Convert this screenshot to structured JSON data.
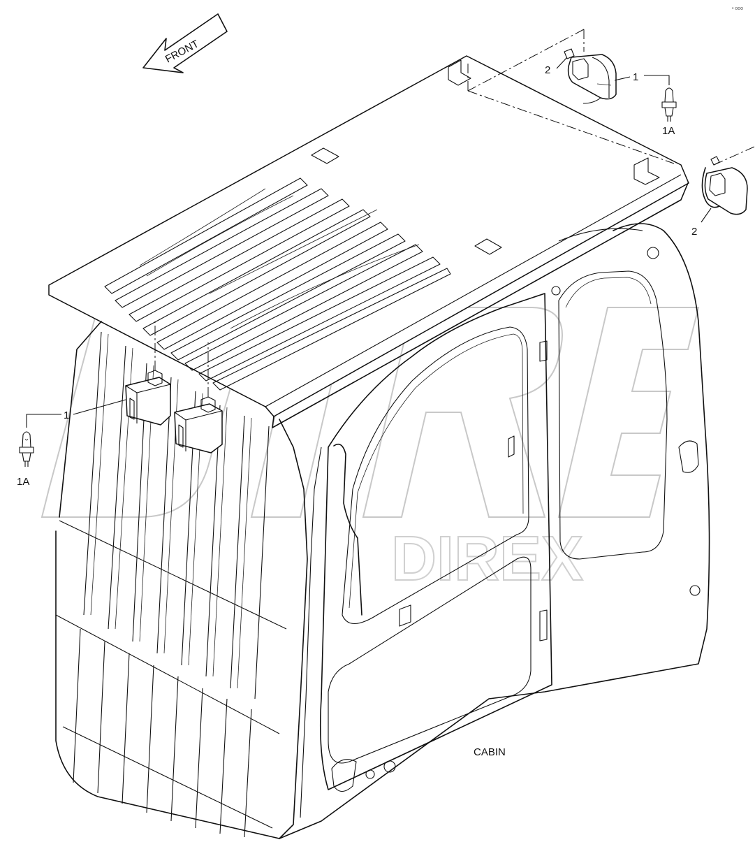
{
  "diagram": {
    "direction_label": "FRONT",
    "assembly_label": "CABIN",
    "watermark": "DIREX",
    "corner_mark": "• ooo",
    "callouts": [
      {
        "id": "lamp-left",
        "text": "1"
      },
      {
        "id": "bulb-left",
        "text": "1A"
      },
      {
        "id": "lamp-top-right",
        "text": "1"
      },
      {
        "id": "bulb-top-right",
        "text": "1A"
      },
      {
        "id": "bracket-top-right",
        "text": "2"
      },
      {
        "id": "bracket-right",
        "text": "2"
      }
    ]
  }
}
